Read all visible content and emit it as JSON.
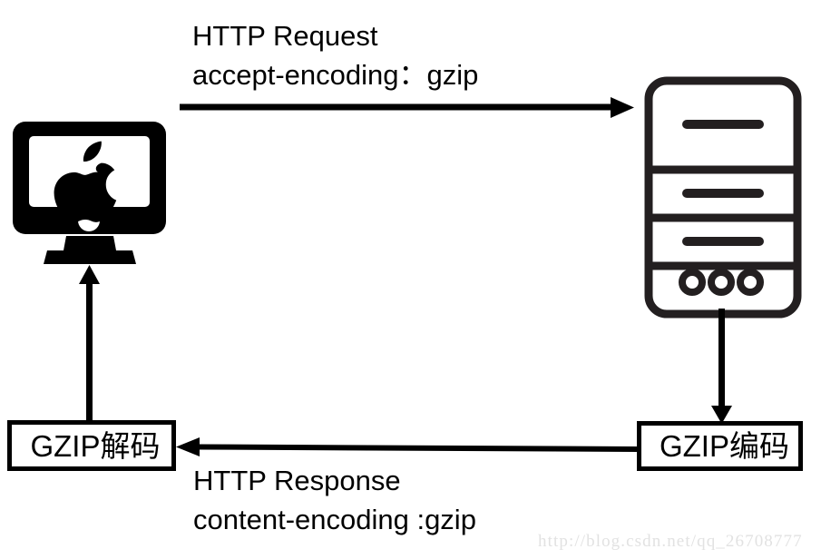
{
  "diagram": {
    "title": "HTTP gzip content encoding flow",
    "background_color": "#ffffff",
    "stroke_color": "#000000"
  },
  "labels": {
    "request_line1": "HTTP Request",
    "request_line2": "accept-encoding：gzip",
    "response_line1": "HTTP Response",
    "response_line2": "content-encoding :gzip"
  },
  "nodes": {
    "client": {
      "icon": "apple-imac-monitor-icon",
      "label": ""
    },
    "server": {
      "icon": "server-tower-icon",
      "label": ""
    },
    "decode_box": {
      "text": "GZIP解码"
    },
    "encode_box": {
      "text": "GZIP编码"
    }
  },
  "arrows": {
    "client_to_server": {
      "direction": "right",
      "label": "HTTP Request"
    },
    "server_to_encode": {
      "direction": "down",
      "label": ""
    },
    "encode_to_decode": {
      "direction": "left",
      "label": "HTTP Response"
    },
    "decode_to_client": {
      "direction": "up",
      "label": ""
    }
  },
  "watermark": {
    "text": "http://blog.csdn.net/qq_26708777",
    "color": "#e2e2e2"
  }
}
